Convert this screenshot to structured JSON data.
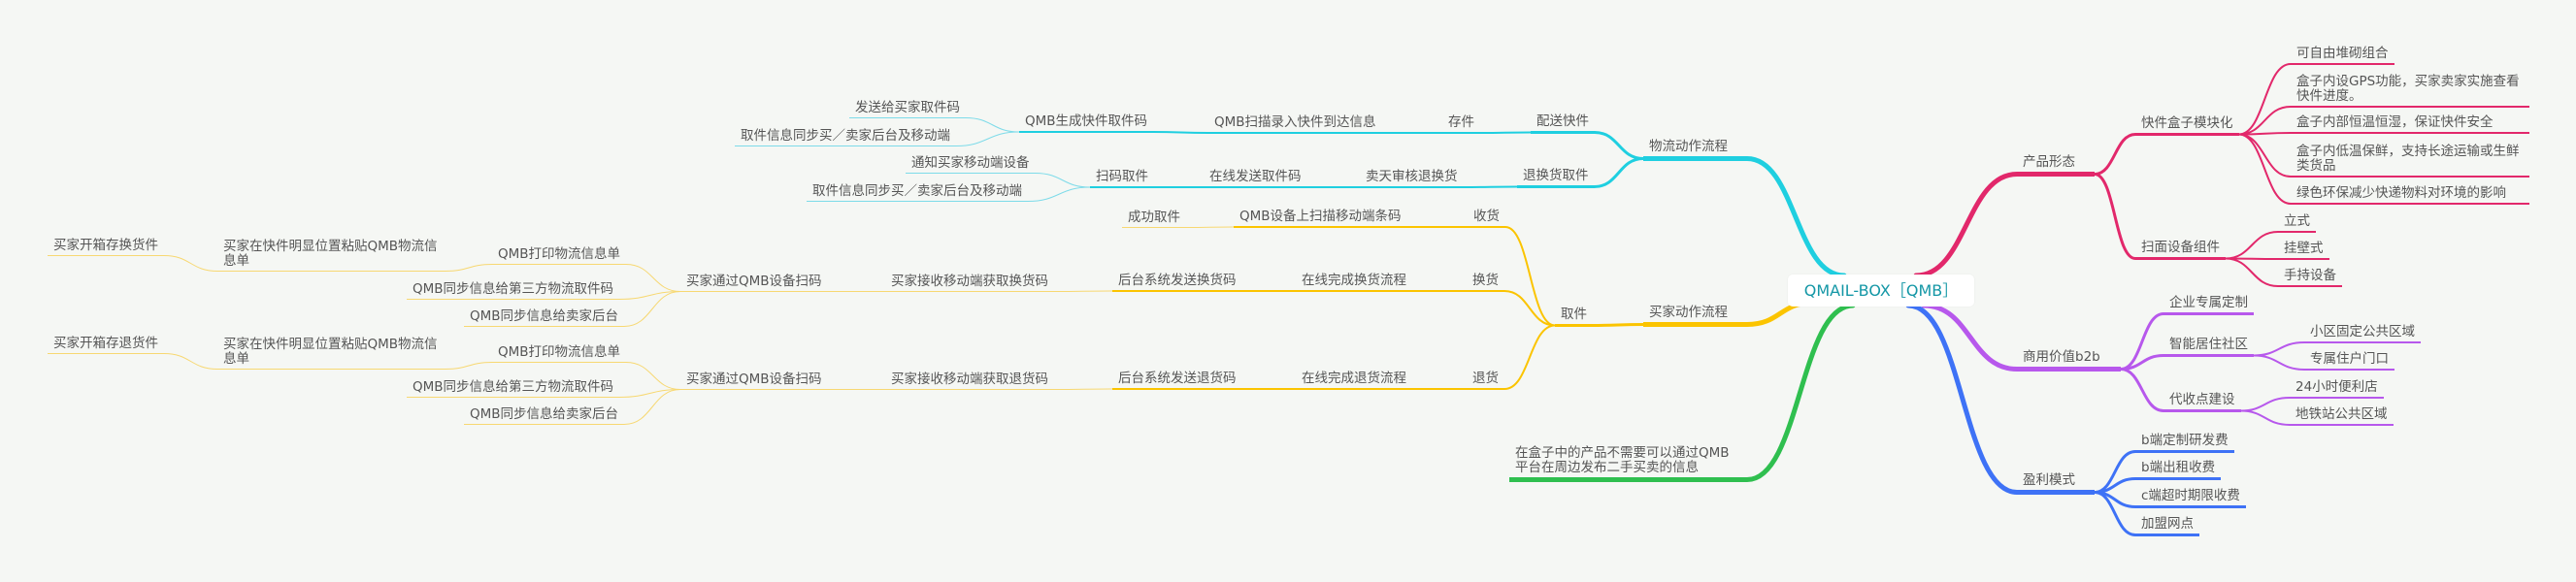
{
  "central_topic": "QMAIL-BOX［QMB］",
  "logistics_flow": {
    "label": "物流动作流程",
    "delivery": {
      "label": "配送快件",
      "chain": [
        "存件",
        "QMB扫描录入快件到达信息",
        "QMB生成快件取件码"
      ],
      "leaves": [
        "发送给买家取件码",
        "取件信息同步买／卖家后台及移动端"
      ]
    },
    "return_pickup": {
      "label": "退换货取件",
      "chain": [
        "卖天审核退换货",
        "在线发送取件码",
        "扫码取件"
      ],
      "leaves": [
        "通知买家移动端设备",
        "取件信息同步买／卖家后台及移动端"
      ]
    }
  },
  "buyer_flow": {
    "label": "买家动作流程",
    "pickup": "取件",
    "receive": {
      "label": "收货",
      "chain": [
        "QMB设备上扫描移动端条码",
        "成功取件"
      ]
    },
    "exchange": {
      "label": "换货",
      "chain": [
        "在线完成换货流程",
        "后台系统发送换货码",
        "买家接收移动端获取换货码",
        "买家通过QMB设备扫码"
      ],
      "print": "QMB打印物流信息单",
      "paste": "买家在快件明显位置粘贴QMB物流信息单",
      "open": "买家开箱存换货件",
      "sync_third": "QMB同步信息给第三方物流取件码",
      "sync_seller": "QMB同步信息给卖家后台"
    },
    "return": {
      "label": "退货",
      "chain": [
        "在线完成退货流程",
        "后台系统发送退货码",
        "买家接收移动端获取退货码",
        "买家通过QMB设备扫码"
      ],
      "print": "QMB打印物流信息单",
      "paste": "买家在快件明显位置粘贴QMB物流信息单",
      "open": "买家开箱存退货件",
      "sync_third": "QMB同步信息给第三方物流取件码",
      "sync_seller": "QMB同步信息给卖家后台"
    }
  },
  "secondhand_note": "在盒子中的产品不需要可以通过QMB平台在周边发布二手买卖的信息",
  "product_form": {
    "label": "产品形态",
    "modular": {
      "label": "快件盒子模块化",
      "items": [
        "可自由堆砌组合",
        "盒子内设GPS功能，买家卖家实施查看快件进度。",
        "盒子内部恒温恒湿，保证快件安全",
        "盒子内低温保鲜，支持长途运输或生鲜类货品",
        "绿色环保减少快递物料对环境的影响"
      ]
    },
    "scanner": {
      "label": "扫面设备组件",
      "items": [
        "立式",
        "挂壁式",
        "手持设备"
      ]
    }
  },
  "commercial_value": {
    "label": "商用价值b2b",
    "enterprise": "企业专属定制",
    "smart_community": {
      "label": "智能居住社区",
      "items": [
        "小区固定公共区域",
        "专属住户门口"
      ]
    },
    "collection_points": {
      "label": "代收点建设",
      "items": [
        "24小时便利店",
        "地铁站公共区域"
      ]
    }
  },
  "profit_model": {
    "label": "盈利模式",
    "items": [
      "b端定制研发费",
      "b端出租收费",
      "c端超时期限收费",
      "加盟网点"
    ]
  },
  "colors": {
    "logistics": "#1fcfe0",
    "buyer": "#fbc400",
    "secondhand": "#2fbf4f",
    "product": "#e2286b",
    "commercial": "#b758ec",
    "profit": "#3e72f6",
    "root_text": "#1497a6"
  }
}
